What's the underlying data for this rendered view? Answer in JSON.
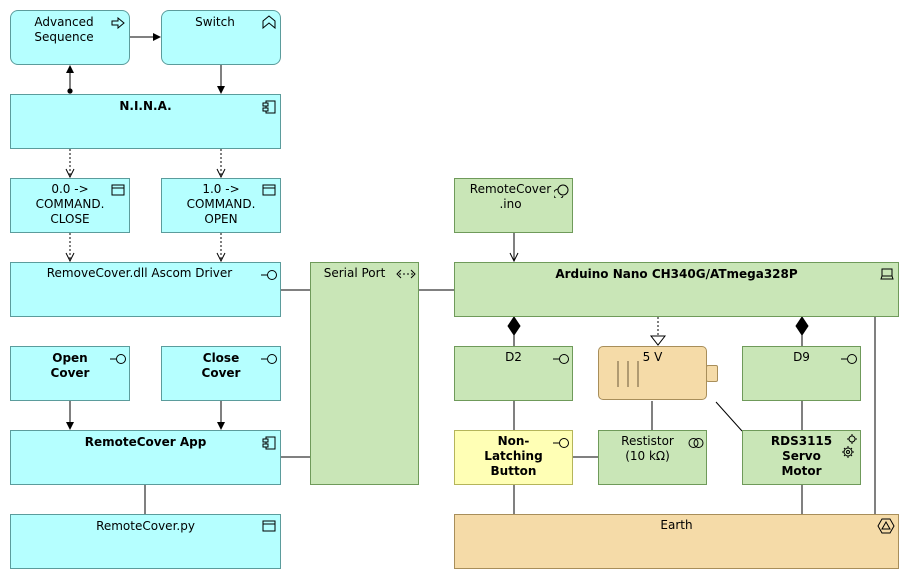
{
  "nodes": {
    "advanced_sequence": "Advanced\nSequence",
    "switch": "Switch",
    "nina": "N.I.N.A.",
    "cmd_close": "0.0 ->\nCOMMAND.\nCLOSE",
    "cmd_open": "1.0 ->\nCOMMAND.\nOPEN",
    "ascom_driver": "RemoveCover.dll Ascom Driver",
    "open_cover": "Open\nCover",
    "close_cover": "Close\nCover",
    "remotecover_app": "RemoteCover App",
    "remotecover_py": "RemoteCover.py",
    "serial_port": "Serial Port",
    "remotecover_ino": "RemoteCover\n.ino",
    "arduino": "Arduino Nano CH340G/ATmega328P",
    "d2": "D2",
    "five_v": "5 V",
    "d9": "D9",
    "button": "Non-\nLatching\nButton",
    "resistor": "Restistor\n(10 kΩ)",
    "servo": "RDS3115\nServo\nMotor",
    "earth": "Earth"
  },
  "colors": {
    "application": "#b5ffff",
    "technology": "#c9e6b7",
    "equipment": "#f5dba8",
    "button": "#ffffb5"
  },
  "icons": [
    "process-icon",
    "event-icon",
    "component-icon",
    "data-object-icon",
    "interface-icon",
    "system-software-icon",
    "device-icon",
    "collaboration-icon",
    "gear-icon",
    "facility-icon",
    "battery-icon",
    "bidirectional-arrow-icon"
  ]
}
